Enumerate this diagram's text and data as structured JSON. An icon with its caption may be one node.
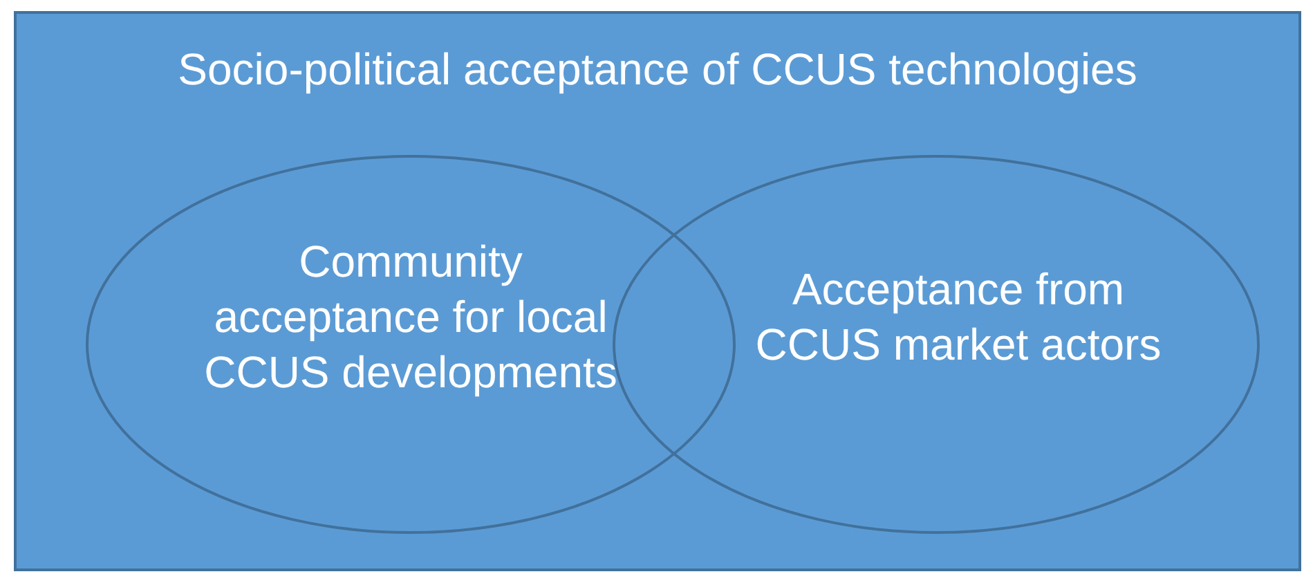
{
  "diagram": {
    "nodes": [
      {
        "text": [
          "Socio-political acceptance of CCUS technologies"
        ]
      },
      {
        "text": [
          "Community acceptance for local CCUS developments"
        ],
        "in": 0
      },
      {
        "text": [
          "Acceptance from CCUS market actors"
        ],
        "in": 0
      }
    ]
  }
}
